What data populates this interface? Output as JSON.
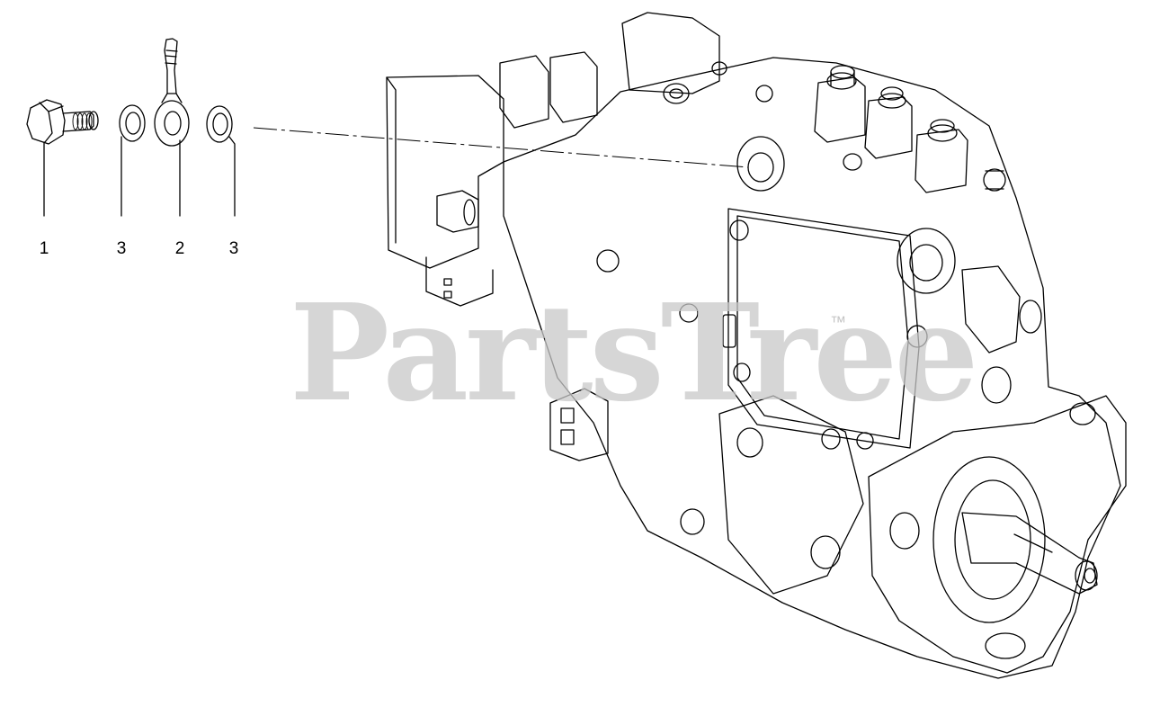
{
  "watermark": {
    "text": "PartsTree",
    "trademark": "™"
  },
  "callouts": [
    {
      "id": "banjo-bolt",
      "label": "1"
    },
    {
      "id": "washer-left",
      "label": "3"
    },
    {
      "id": "banjo-fitting",
      "label": "2"
    },
    {
      "id": "washer-right",
      "label": "3"
    }
  ]
}
